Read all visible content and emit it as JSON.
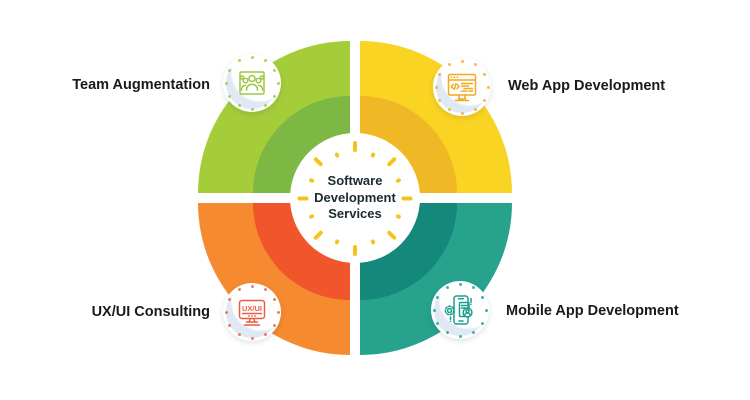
{
  "center": {
    "label": "Software Development Services"
  },
  "services": [
    {
      "label": "Team Augmentation",
      "quadrant": "top-left",
      "icon": "team-group-icon"
    },
    {
      "label": "Web App Development",
      "quadrant": "top-right",
      "icon": "code-browser-icon"
    },
    {
      "label": "UX/UI Consulting",
      "quadrant": "bottom-left",
      "icon": "uxui-monitor-icon"
    },
    {
      "label": "Mobile App Development",
      "quadrant": "bottom-right",
      "icon": "mobile-app-icon"
    }
  ],
  "icons": {
    "uxui_text": "UX/UI"
  },
  "colors": {
    "green_light": "#A5CD3A",
    "green_dark": "#7DB844",
    "yellow_light": "#FAD422",
    "yellow_dark": "#F0B824",
    "orange_light": "#F68A31",
    "orange_dark": "#F1552B",
    "teal_light": "#26A28D",
    "teal_dark": "#14897B",
    "icon_green": "#9DC73F",
    "icon_amber": "#F2A91F",
    "icon_orange": "#E85C43",
    "icon_teal": "#1B9D8B",
    "ray": "#F6C31C",
    "text_dark": "#1C2A32",
    "text_label": "#1A1A1A",
    "badge_shade": "#DFE8F4"
  }
}
